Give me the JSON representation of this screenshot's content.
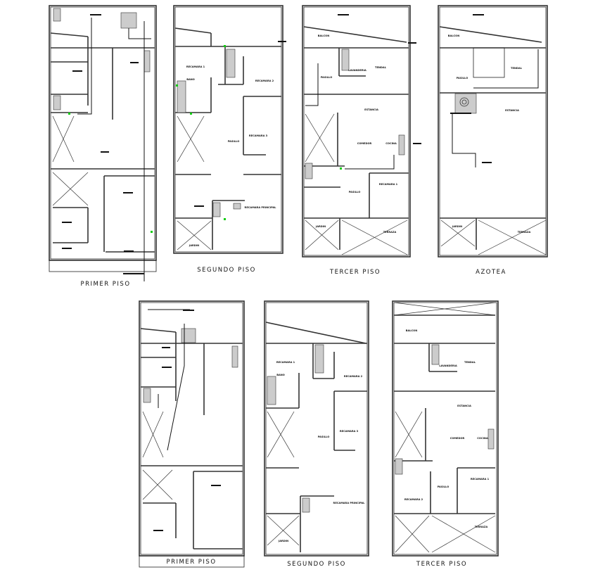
{
  "plans": [
    {
      "title": "PRIMER PISO",
      "rooms": []
    },
    {
      "title": "SEGUNDO PISO",
      "rooms": [
        "RECAMARA 1",
        "BANO",
        "RECAMARA 2",
        "RECAMARA 3",
        "PASILLO",
        "RECAMARA PRINCIPAL",
        "JARDIN"
      ]
    },
    {
      "title": "TERCER PISO",
      "rooms": [
        "BALCON",
        "LAVANDERIA",
        "TENDAL",
        "PASILLO",
        "ESTANCIA",
        "COMEDOR",
        "COCINA",
        "RECAMARA 1",
        "PASILLO",
        "JARDIN",
        "TERRAZA"
      ]
    },
    {
      "title": "AZOTEA",
      "rooms": [
        "BALCON",
        "TENDAL",
        "PASILLO",
        "ESTANCIA",
        "JARDIN",
        "TERRAZA"
      ]
    },
    {
      "title": "PRIMER PISO",
      "rooms": []
    },
    {
      "title": "SEGUNDO PISO",
      "rooms": [
        "RECAMARA 1",
        "BANO",
        "RECAMARA 2",
        "RECAMARA 3",
        "PASILLO",
        "RECAMARA PRINCIPAL",
        "JARDIN"
      ]
    },
    {
      "title": "TERCER PISO",
      "rooms": [
        "BALCON",
        "LAVANDERIA",
        "TENDAL",
        "ESTANCIA",
        "COMEDOR",
        "COCINA",
        "RECAMARA 1",
        "RECAMARA 2",
        "PASILLO",
        "TERRAZA"
      ]
    }
  ],
  "colors": {
    "walls": "#333333",
    "pipe_marker": "#11cc11",
    "background": "#ffffff"
  }
}
